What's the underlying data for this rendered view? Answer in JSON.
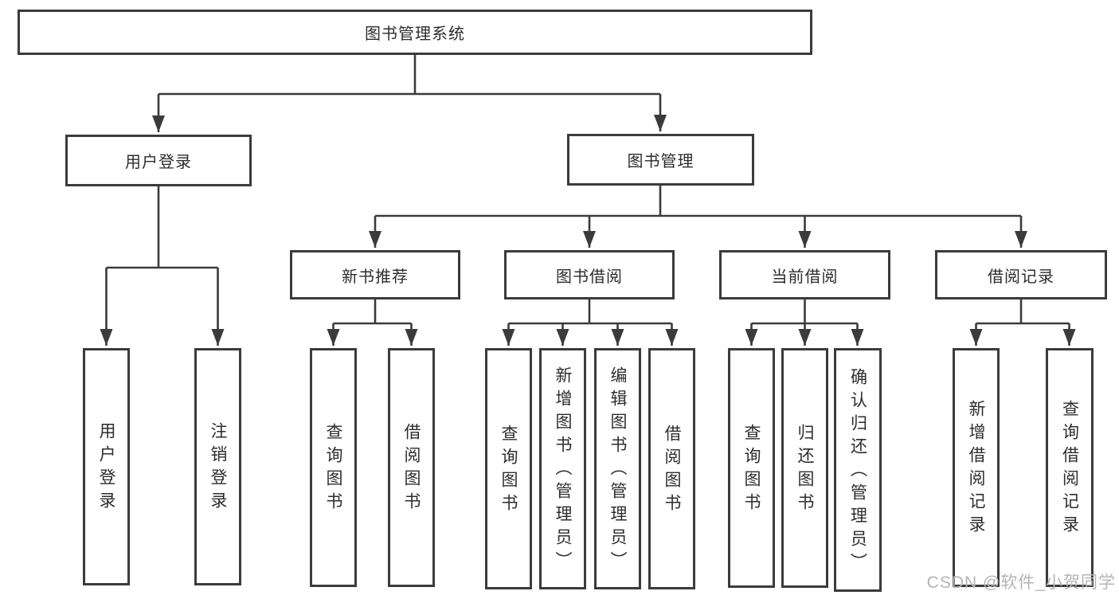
{
  "watermark": "CSDN @软件_小贺同学",
  "colors": {
    "line": "#3b3b3b",
    "text": "#2d2d2d",
    "box_bg": "#ffffff",
    "watermark": "#b5b5b5"
  },
  "tree": {
    "label": "图书管理系统",
    "children": [
      {
        "label": "用户登录",
        "children": [
          {
            "label": "用户登录"
          },
          {
            "label": "注销登录"
          }
        ]
      },
      {
        "label": "图书管理",
        "children": [
          {
            "label": "新书推荐",
            "children": [
              {
                "label": "查询图书"
              },
              {
                "label": "借阅图书"
              }
            ]
          },
          {
            "label": "图书借阅",
            "children": [
              {
                "label": "查询图书"
              },
              {
                "label": "新增图书（管理员）"
              },
              {
                "label": "编辑图书（管理员）"
              },
              {
                "label": "借阅图书"
              }
            ]
          },
          {
            "label": "当前借阅",
            "children": [
              {
                "label": "查询图书"
              },
              {
                "label": "归还图书"
              },
              {
                "label": "确认归还（管理员）"
              }
            ]
          },
          {
            "label": "借阅记录",
            "children": [
              {
                "label": "新增借阅记录"
              },
              {
                "label": "查询借阅记录"
              }
            ]
          }
        ]
      }
    ]
  }
}
